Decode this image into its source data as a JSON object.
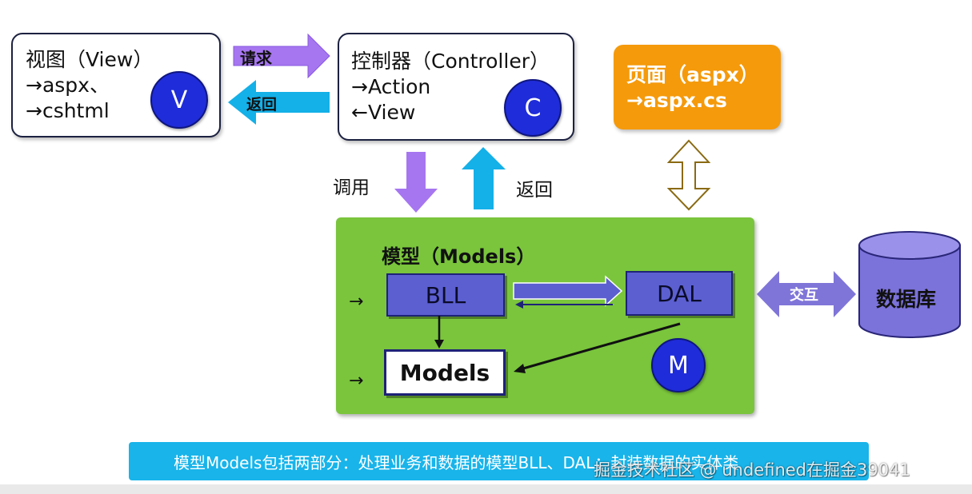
{
  "view_box": {
    "title": "视图（View）",
    "line1": "→aspx、",
    "line2": "→cshtml",
    "badge": "V"
  },
  "controller_box": {
    "title": "控制器（Controller）",
    "line1": "→Action",
    "line2": "←View",
    "badge": "C"
  },
  "aspx_box": {
    "title": "页面（aspx）",
    "line1": "→aspx.cs"
  },
  "arrows": {
    "request": "请求",
    "return_top": "返回",
    "call": "调用",
    "return_mid": "返回",
    "interact": "交互"
  },
  "models_box": {
    "title": "模型（Models）",
    "bll": "BLL",
    "dal": "DAL",
    "models": "Models",
    "badge": "M",
    "marker1": "→",
    "marker2": "→"
  },
  "database": {
    "label": "数据库"
  },
  "caption": {
    "text": "模型Models包括两部分：处理业务和数据的模型BLL、DAL；封装数据的实体类"
  },
  "watermark": {
    "text": "掘金技术社区 @ undefined在掘金39041"
  },
  "colors": {
    "purple": "#a676f0",
    "cyan": "#14b0e8",
    "green": "#7ac53c",
    "orange": "#f59a0b",
    "navy": "#1f2cd9"
  }
}
